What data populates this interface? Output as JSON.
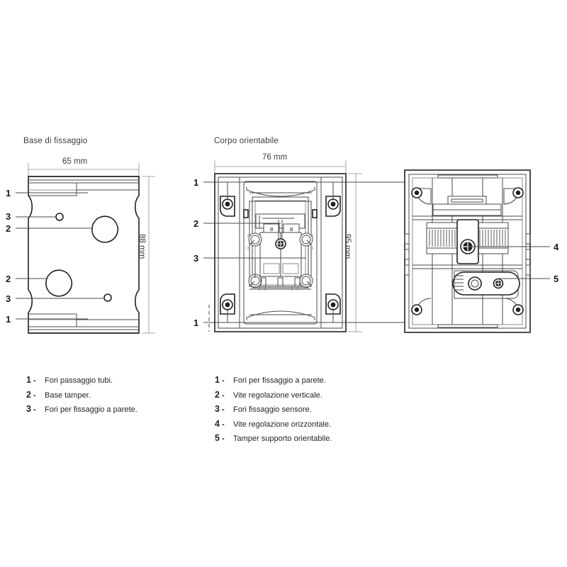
{
  "diagrams": {
    "left": {
      "title": "Base di fissaggio",
      "dim_width": "65 mm",
      "dim_height": "88 mm",
      "callouts": [
        "1",
        "3",
        "2",
        "2",
        "3",
        "1"
      ]
    },
    "middle": {
      "title": "Corpo orientabile",
      "dim_width": "76 mm",
      "dim_height": "95 mm",
      "callouts": [
        "1",
        "2",
        "3",
        "1"
      ]
    },
    "right": {
      "title": "",
      "callouts": [
        "4",
        "5"
      ]
    }
  },
  "legend_left": {
    "items": [
      {
        "num": "1",
        "dash": "-",
        "text": "Fori passaggio tubi."
      },
      {
        "num": "2",
        "dash": "-",
        "text": "Base tamper."
      },
      {
        "num": "3",
        "dash": "-",
        "text": "Fori per fissaggio a parete."
      }
    ]
  },
  "legend_middle": {
    "items": [
      {
        "num": "1",
        "dash": "-",
        "text": "Fori per fissaggio a parete."
      },
      {
        "num": "2",
        "dash": "-",
        "text": "Vite regolazione verticale."
      },
      {
        "num": "3",
        "dash": "-",
        "text": "Fori fissaggio sensore."
      },
      {
        "num": "4",
        "dash": "-",
        "text": "Vite regolazione orizzontale."
      },
      {
        "num": "5",
        "dash": "-",
        "text": "Tamper supporto orientabile."
      }
    ]
  },
  "colors": {
    "line": "#231f20",
    "mid_line": "#4a4a4a",
    "thin_line": "#6e6e6e",
    "dim_line": "#8c8c8c",
    "background": "#ffffff"
  }
}
